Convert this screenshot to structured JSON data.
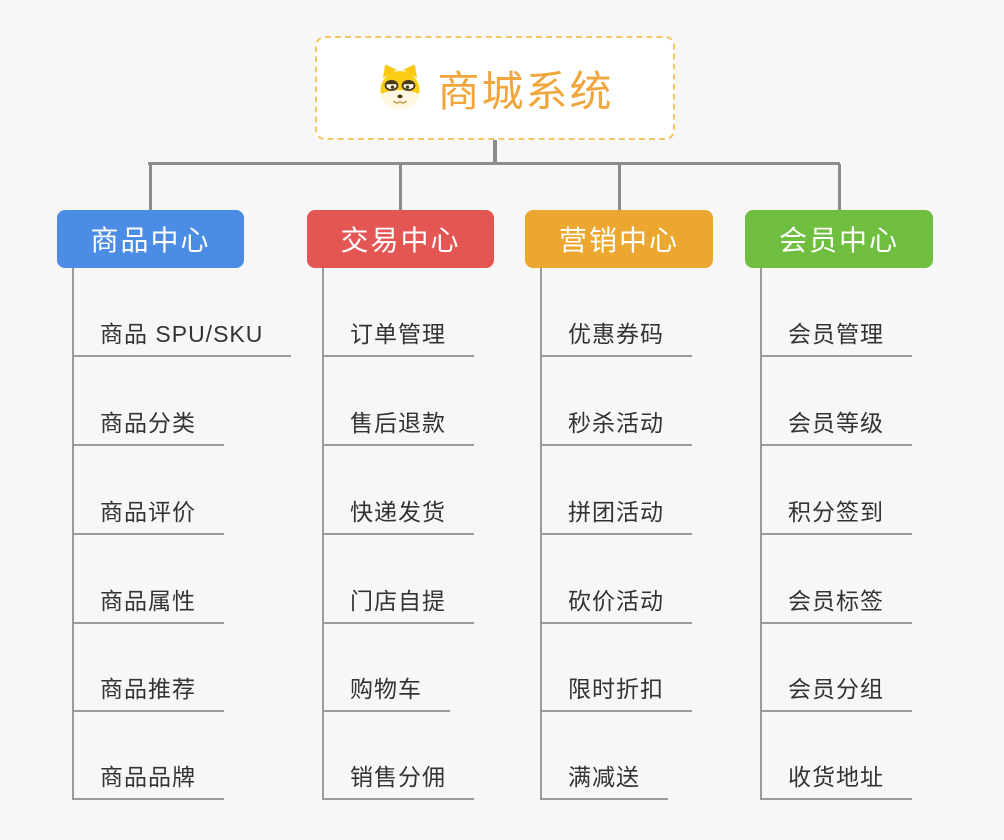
{
  "root": {
    "title": "商城系统",
    "icon": "dog-face-icon"
  },
  "branches": [
    {
      "label": "商品中心",
      "color": "#4b8de4",
      "items": [
        "商品 SPU/SKU",
        "商品分类",
        "商品评价",
        "商品属性",
        "商品推荐",
        "商品品牌"
      ]
    },
    {
      "label": "交易中心",
      "color": "#e45654",
      "items": [
        "订单管理",
        "售后退款",
        "快递发货",
        "门店自提",
        "购物车",
        "销售分佣"
      ]
    },
    {
      "label": "营销中心",
      "color": "#ebA72f",
      "items": [
        "优惠券码",
        "秒杀活动",
        "拼团活动",
        "砍价活动",
        "限时折扣",
        "满减送"
      ]
    },
    {
      "label": "会员中心",
      "color": "#6fbe3f",
      "items": [
        "会员管理",
        "会员等级",
        "积分签到",
        "会员标签",
        "会员分组",
        "收货地址"
      ]
    }
  ],
  "colors": {
    "connector": "#8c8c8c",
    "leaf_line": "#9b9b9b",
    "root_text": "#f0a63c",
    "root_border": "#f6c66b",
    "background": "#f7f7f8"
  }
}
